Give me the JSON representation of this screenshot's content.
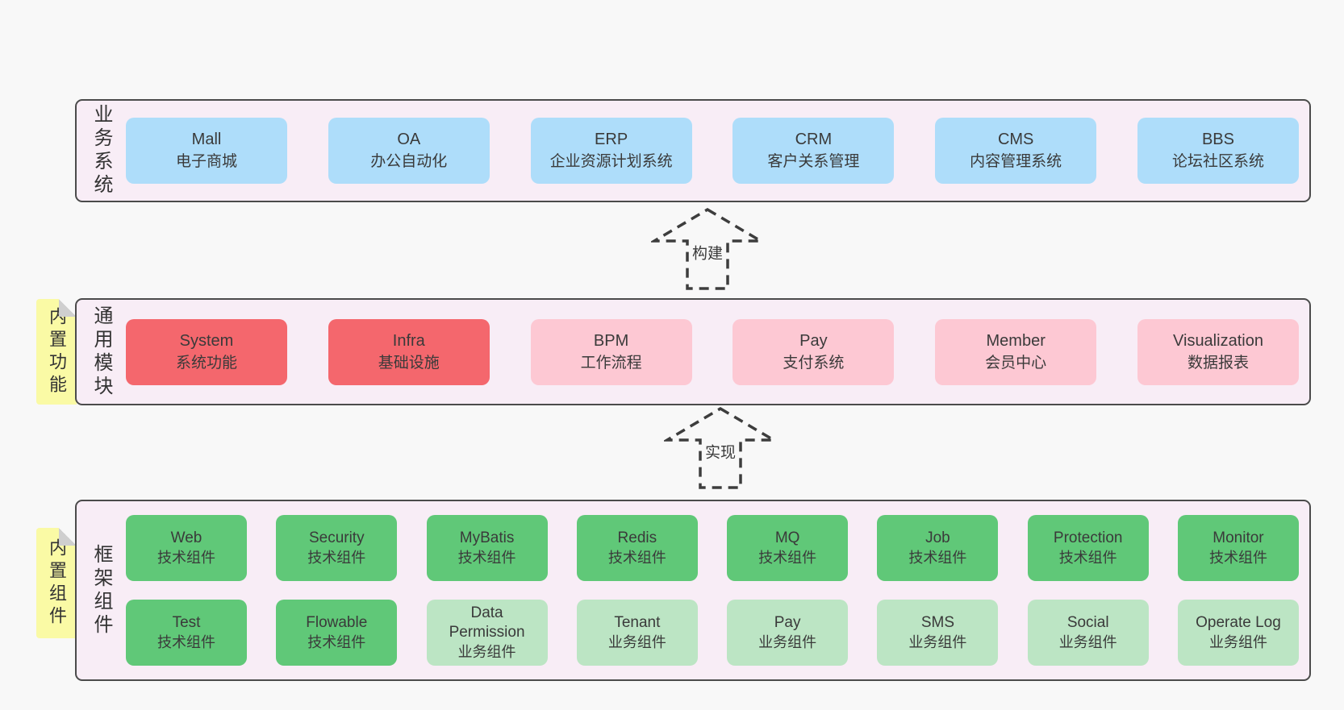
{
  "colors": {
    "page_bg": "#f8f8f8",
    "panel_bg": "#f8edf6",
    "panel_border": "#4b4b4b",
    "blue": "#aeddfa",
    "red": "#f4676d",
    "pink": "#fdc8d3",
    "green": "#60c878",
    "light_green": "#bce5c4",
    "sticky_yellow": "#fafaa5",
    "fold_gray": "#cfcfcf",
    "text": "#3a3a3a"
  },
  "arrows": [
    {
      "label": "构建"
    },
    {
      "label": "实现"
    }
  ],
  "sections": [
    {
      "id": "business-systems",
      "label": "业务系统",
      "rows": [
        [
          {
            "title": "Mall",
            "subtitle": "电子商城"
          },
          {
            "title": "OA",
            "subtitle": "办公自动化"
          },
          {
            "title": "ERP",
            "subtitle": "企业资源计划系统"
          },
          {
            "title": "CRM",
            "subtitle": "客户关系管理"
          },
          {
            "title": "CMS",
            "subtitle": "内容管理系统"
          },
          {
            "title": "BBS",
            "subtitle": "论坛社区系统"
          }
        ]
      ]
    },
    {
      "id": "common-modules",
      "label": "通用模块",
      "tab": "内置功能",
      "rows": [
        [
          {
            "title": "System",
            "subtitle": "系统功能"
          },
          {
            "title": "Infra",
            "subtitle": "基础设施"
          },
          {
            "title": "BPM",
            "subtitle": "工作流程"
          },
          {
            "title": "Pay",
            "subtitle": "支付系统"
          },
          {
            "title": "Member",
            "subtitle": "会员中心"
          },
          {
            "title": "Visualization",
            "subtitle": "数据报表"
          }
        ]
      ]
    },
    {
      "id": "framework-components",
      "label": "框架组件",
      "tab": "内置组件",
      "rows": [
        [
          {
            "title": "Web",
            "subtitle": "技术组件"
          },
          {
            "title": "Security",
            "subtitle": "技术组件"
          },
          {
            "title": "MyBatis",
            "subtitle": "技术组件"
          },
          {
            "title": "Redis",
            "subtitle": "技术组件"
          },
          {
            "title": "MQ",
            "subtitle": "技术组件"
          },
          {
            "title": "Job",
            "subtitle": "技术组件"
          },
          {
            "title": "Protection",
            "subtitle": "技术组件"
          },
          {
            "title": "Monitor",
            "subtitle": "技术组件"
          }
        ],
        [
          {
            "title": "Test",
            "subtitle": "技术组件"
          },
          {
            "title": "Flowable",
            "subtitle": "技术组件"
          },
          {
            "title": "Data Permission",
            "subtitle": "业务组件"
          },
          {
            "title": "Tenant",
            "subtitle": "业务组件"
          },
          {
            "title": "Pay",
            "subtitle": "业务组件"
          },
          {
            "title": "SMS",
            "subtitle": "业务组件"
          },
          {
            "title": "Social",
            "subtitle": "业务组件"
          },
          {
            "title": "Operate Log",
            "subtitle": "业务组件"
          }
        ]
      ]
    }
  ]
}
